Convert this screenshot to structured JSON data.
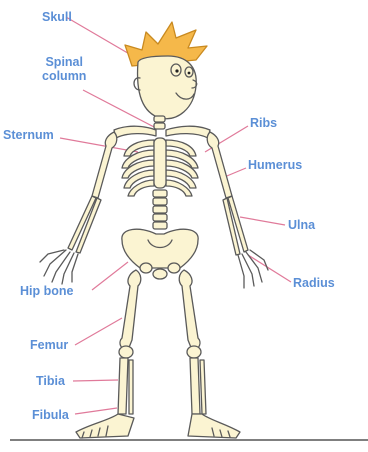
{
  "colors": {
    "label": "#5b8fd6",
    "leader": "#e07a9a",
    "bone_fill": "#fbf4d2",
    "bone_stroke": "#5a5a5a",
    "hair": "#f5b84a",
    "ground": "#555555"
  },
  "labels": {
    "skull": "Skull",
    "spinal_column_line1": "Spinal",
    "spinal_column_line2": "column",
    "sternum": "Sternum",
    "ribs": "Ribs",
    "humerus": "Humerus",
    "ulna": "Ulna",
    "radius": "Radius",
    "hip_bone": "Hip bone",
    "femur": "Femur",
    "tibia": "Tibia",
    "fibula": "Fibula"
  }
}
